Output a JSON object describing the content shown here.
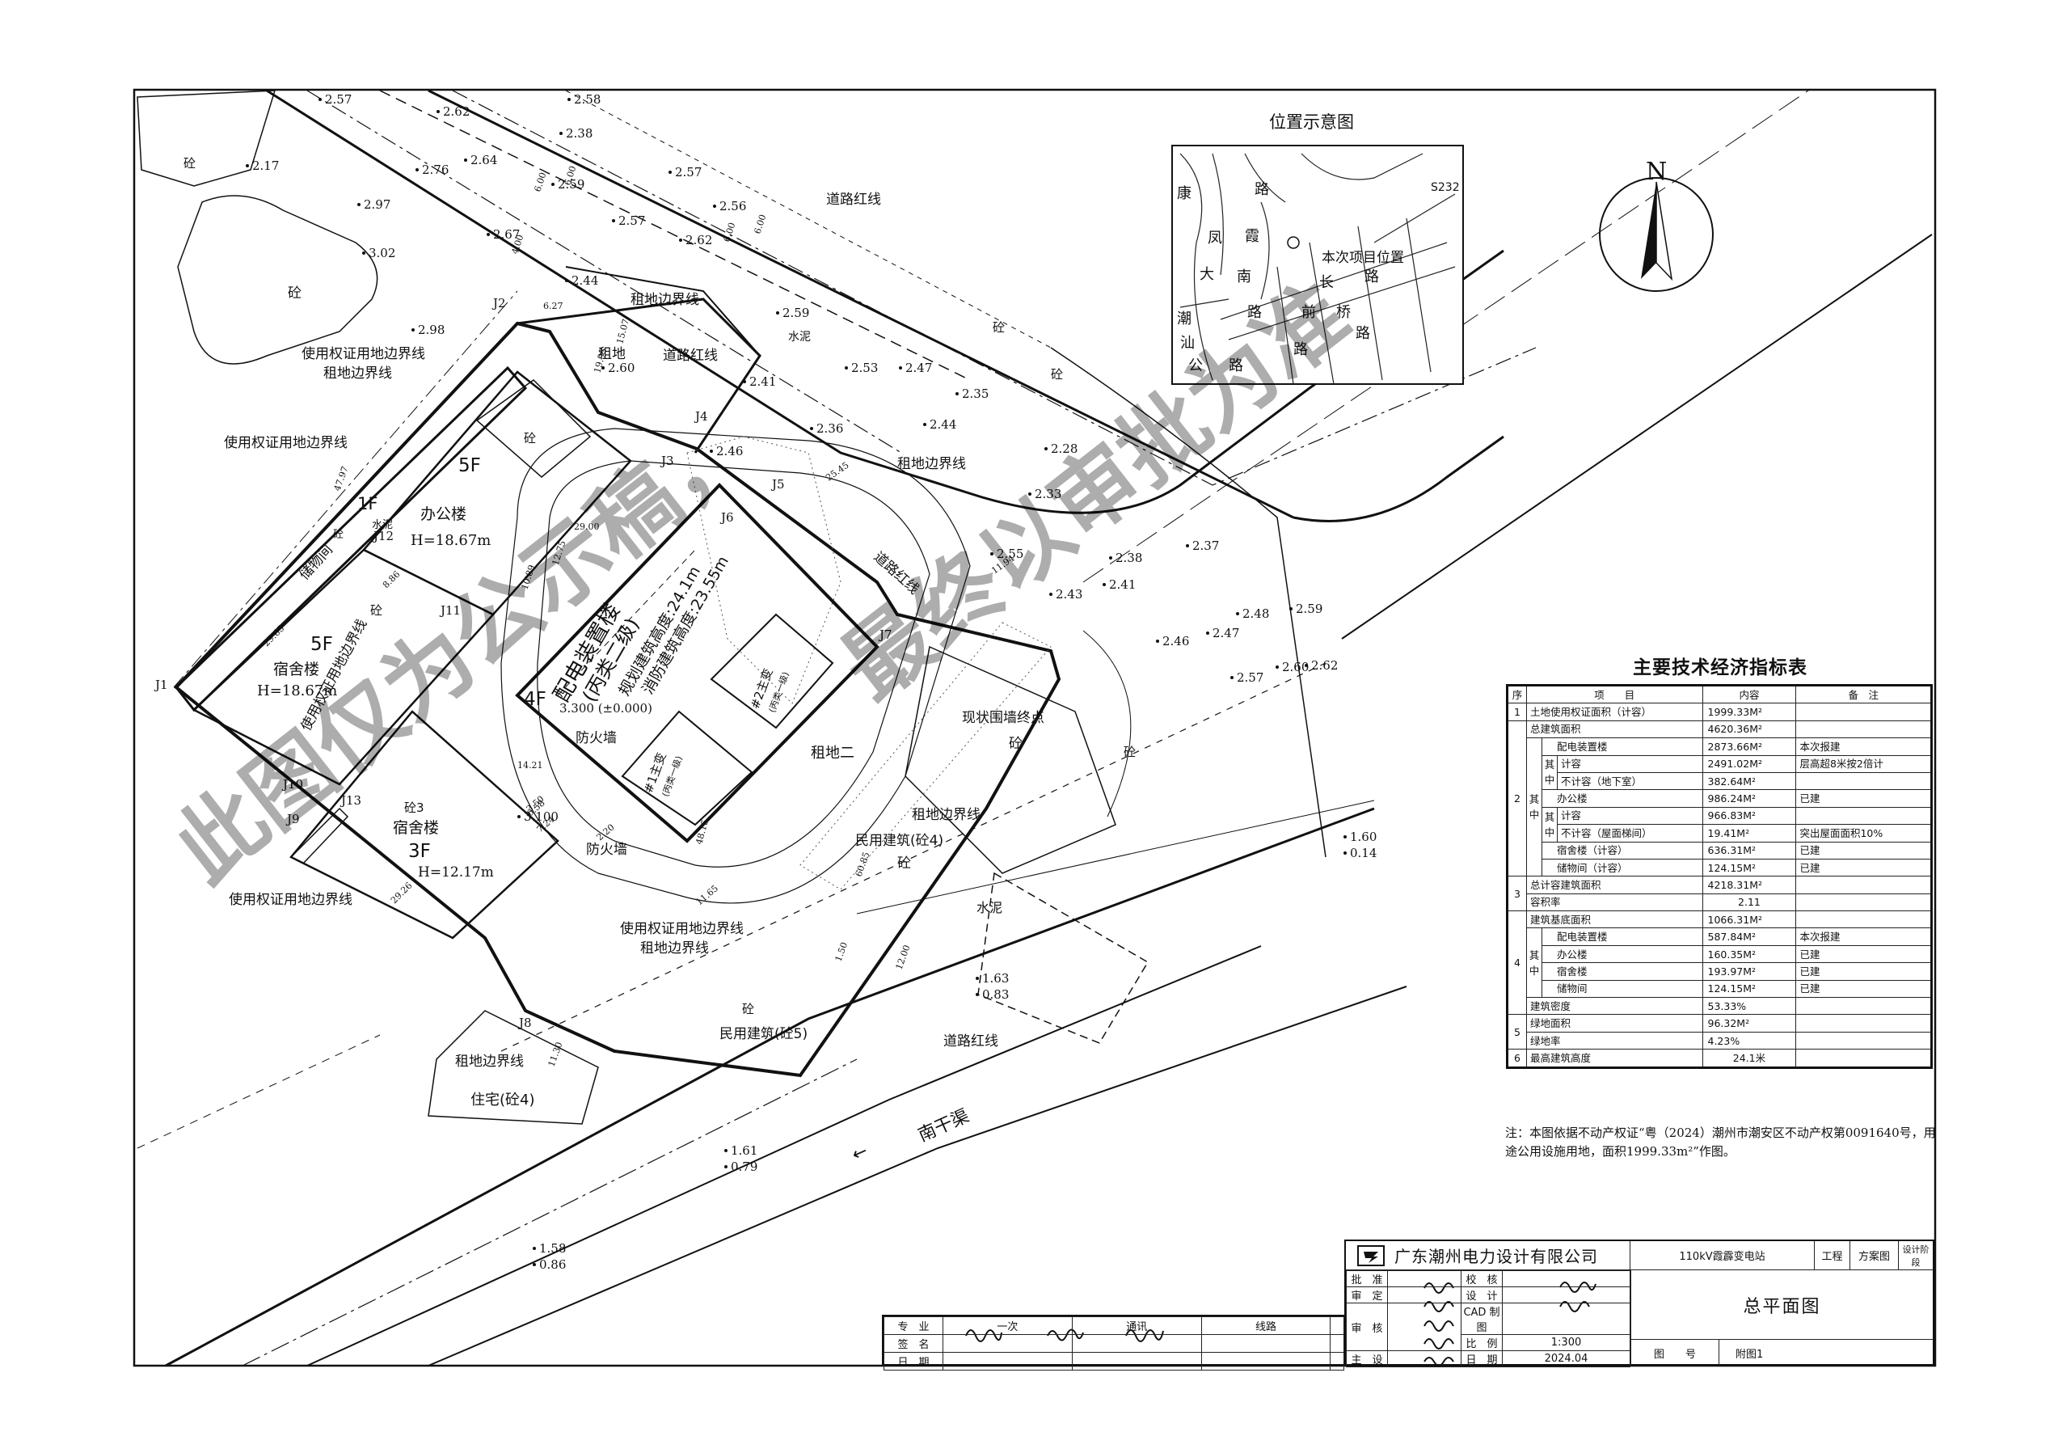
{
  "watermark": {
    "line1": "此图仅为公示稿，",
    "line2": "最终以审批为准"
  },
  "inset_map": {
    "title": "位置示意图",
    "labels": [
      "康",
      "路",
      "S232",
      "凤",
      "霞",
      "大",
      "南",
      "本次项目位置",
      "长",
      "路",
      "潮",
      "路",
      "前",
      "桥",
      "路",
      "汕",
      "公",
      "路",
      "路"
    ]
  },
  "north": {
    "label": "N"
  },
  "site_labels": {
    "road_red_line": "道路红线",
    "rent_boundary": "租地边界线",
    "use_right_boundary": "使用权证用地边界线",
    "rent_land": "租地",
    "rent_land_2": "租地二",
    "fire_wall": "防火墙",
    "existing_wall_end": "现状围墙终点",
    "civil_building": "民用建筑(砼4)",
    "civil_building_5": "民用建筑(砼5)",
    "residence": "住宅(砼4)",
    "canal": "南干渠",
    "canal_arrow": "←",
    "cement": "水泥",
    "concrete": "砼"
  },
  "buildings": {
    "office": {
      "floors": "5F",
      "name": "办公楼",
      "height": "H=18.67m"
    },
    "dorm1": {
      "floors": "5F",
      "name": "宿舍楼",
      "height": "H=18.67m"
    },
    "dorm2": {
      "floors": "3F",
      "name": "宿舍楼",
      "height": "H=12.17m",
      "mat": "砼3"
    },
    "storage": {
      "floors": "1F",
      "name": "储物间"
    },
    "substation": {
      "floors": "4F",
      "name": "配电装置楼",
      "sub": "(丙类二级)",
      "l1": "规划建筑高度:24.1m",
      "l2": "消防建筑高度:23.55m",
      "elev": "3.300 (±0.000)"
    },
    "transformer1": "#1主变",
    "transformer2": "#2主变",
    "transformer_note": "(丙类一级)"
  },
  "spot_elevations": [
    "2.57",
    "2.58",
    "2.62",
    "2.38",
    "2.17",
    "2.64",
    "2.76",
    "2.57",
    "2.59",
    "2.56",
    "2.97",
    "2.57",
    "2.67",
    "2.62",
    "3.02",
    "2.44",
    "2.98",
    "2.59",
    "2.60",
    "2.41",
    "2.53",
    "2.47",
    "2.35",
    "2.46",
    "2.36",
    "2.44",
    "2.28",
    "2.33",
    "2.55",
    "2.38",
    "2.37",
    "2.41",
    "2.43",
    "2.48",
    "2.59",
    "2.46",
    "2.47",
    "2.57",
    "2.60",
    "2.62",
    "1.60",
    "0.14",
    "1.63",
    "0.83",
    "1.61",
    "0.79",
    "1.58",
    "0.86",
    "3.100"
  ],
  "dims": [
    "6.00",
    "6.00",
    "6.00",
    "6.00",
    "6.27",
    "15.07",
    "19.93",
    "47.97",
    "8.86",
    "29.65",
    "29.26",
    "14.21",
    "10.89",
    "12.75",
    "0.58",
    "7.24",
    "2.20",
    "11.65",
    "60.85",
    "48.15",
    "12.00",
    "1.50",
    "11.30",
    "11.94",
    "25.45",
    "29.00",
    "4.00",
    "3.50"
  ],
  "points": [
    "J1",
    "J2",
    "J3",
    "J4",
    "J5",
    "J6",
    "J7",
    "J8",
    "J9",
    "J10",
    "J11",
    "J12",
    "J13"
  ],
  "econ_table": {
    "title": "主要技术经济指标表",
    "headers": [
      "序",
      "项　　目",
      "内容",
      "备　注"
    ],
    "rows": [
      {
        "no": "1",
        "item": "土地使用权证面积（计容）",
        "val": "1999.33M²",
        "note": ""
      },
      {
        "no": "",
        "item": "总建筑面积",
        "val": "4620.36M²",
        "note": ""
      },
      {
        "no": "",
        "item": "配电装置楼",
        "val": "2873.66M²",
        "note": "本次报建"
      },
      {
        "no": "",
        "item": "计容",
        "val": "2491.02M²",
        "note": "层高超8米按2倍计"
      },
      {
        "no": "",
        "item": "不计容（地下室）",
        "val": "382.64M²",
        "note": ""
      },
      {
        "no": "2",
        "item": "办公楼",
        "val": "986.24M²",
        "note": "已建"
      },
      {
        "no": "",
        "item": "计容",
        "val": "966.83M²",
        "note": ""
      },
      {
        "no": "",
        "item": "不计容（屋面梯间）",
        "val": "19.41M²",
        "note": "突出屋面面积10%"
      },
      {
        "no": "",
        "item": "宿舍楼（计容）",
        "val": "636.31M²",
        "note": "已建"
      },
      {
        "no": "",
        "item": "储物间（计容）",
        "val": "124.15M²",
        "note": "已建"
      },
      {
        "no": "3",
        "item": "总计容建筑面积",
        "val": "4218.31M²",
        "note": ""
      },
      {
        "no": "",
        "item": "容积率",
        "val": "2.11",
        "note": ""
      },
      {
        "no": "",
        "item": "建筑基底面积",
        "val": "1066.31M²",
        "note": ""
      },
      {
        "no": "",
        "item": "配电装置楼",
        "val": "587.84M²",
        "note": "本次报建"
      },
      {
        "no": "4",
        "item": "办公楼",
        "val": "160.35M²",
        "note": "已建"
      },
      {
        "no": "",
        "item": "宿舍楼",
        "val": "193.97M²",
        "note": "已建"
      },
      {
        "no": "",
        "item": "储物间",
        "val": "124.15M²",
        "note": "已建"
      },
      {
        "no": "",
        "item": "建筑密度",
        "val": "53.33%",
        "note": ""
      },
      {
        "no": "5",
        "item": "绿地面积",
        "val": "96.32M²",
        "note": ""
      },
      {
        "no": "",
        "item": "绿地率",
        "val": "4.23%",
        "note": ""
      },
      {
        "no": "6",
        "item": "最高建筑高度",
        "val": "24.1米",
        "note": ""
      }
    ],
    "side_labels": {
      "qi": "其",
      "zhong": "中"
    }
  },
  "note": "注：本图依据不动产权证“粤（2024）潮州市潮安区不动产权第0091640号，用途公用设施用地，面积1999.33m²”作图。",
  "title_block": {
    "company": "广东潮州电力设计有限公司",
    "project": "110kV霞霹变电站",
    "stage_label": "工程",
    "stage_value": "方案图",
    "phase_label": "设计阶段",
    "drawing_title": "总平面图",
    "rows": [
      {
        "l1": "批　准",
        "l2": "校　核"
      },
      {
        "l1": "审　定",
        "l2": "设　计"
      },
      {
        "l1": "审　核",
        "l2": "CAD 制图"
      },
      {
        "l1": "",
        "l2": "比　例",
        "v2": "1:300"
      },
      {
        "l1": "主　设",
        "l2": "日　期",
        "v2": "2024.04"
      }
    ],
    "drawing_no_label": "图　　号",
    "drawing_no": "附图1",
    "sig_table": {
      "r1": [
        "专　业",
        "一次",
        "通讯",
        "线路"
      ],
      "r2": "签　名",
      "r3": "日　期"
    }
  }
}
